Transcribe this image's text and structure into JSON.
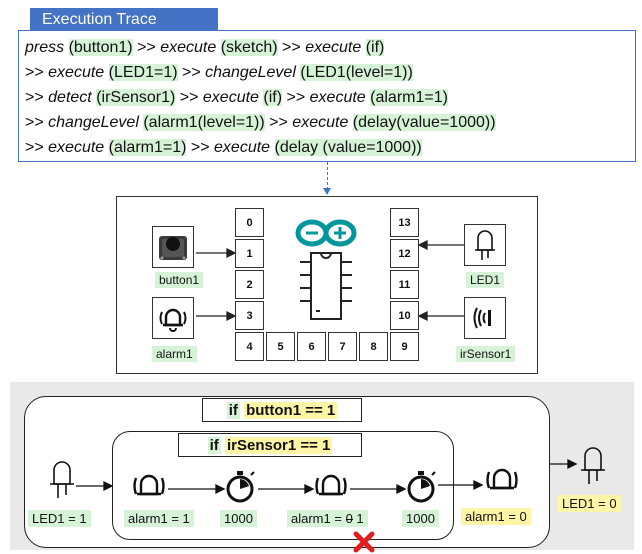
{
  "trace": {
    "title": "Execution Trace",
    "lines": [
      [
        [
          "v",
          "press"
        ],
        [
          "t",
          " "
        ],
        [
          "a",
          "(button1)"
        ],
        [
          "t",
          " >> "
        ],
        [
          "v",
          "execute"
        ],
        [
          "t",
          " "
        ],
        [
          "a",
          "(sketch)"
        ],
        [
          "t",
          " >> "
        ],
        [
          "v",
          "execute"
        ],
        [
          "t",
          " "
        ],
        [
          "a",
          "(if)"
        ]
      ],
      [
        [
          "t",
          ">> "
        ],
        [
          "v",
          "execute"
        ],
        [
          "t",
          " "
        ],
        [
          "a",
          "(LED1=1)"
        ],
        [
          "t",
          " >> "
        ],
        [
          "v",
          "changeLevel"
        ],
        [
          "t",
          " "
        ],
        [
          "a",
          "(LED1(level=1))"
        ]
      ],
      [
        [
          "t",
          ">> "
        ],
        [
          "v",
          "detect"
        ],
        [
          "t",
          " "
        ],
        [
          "a",
          "(irSensor1)"
        ],
        [
          "t",
          " >> "
        ],
        [
          "v",
          "execute"
        ],
        [
          "t",
          " "
        ],
        [
          "a",
          "(if)"
        ],
        [
          "t",
          " >> "
        ],
        [
          "v",
          "execute"
        ],
        [
          "t",
          " "
        ],
        [
          "a",
          "(alarm1=1)"
        ]
      ],
      [
        [
          "t",
          ">> "
        ],
        [
          "v",
          "changeLevel"
        ],
        [
          "t",
          " "
        ],
        [
          "a",
          "(alarm1(level=1))"
        ],
        [
          "t",
          " >> "
        ],
        [
          "v",
          "execute"
        ],
        [
          "t",
          " "
        ],
        [
          "a",
          "(delay(value=1000))"
        ]
      ],
      [
        [
          "t",
          ">> "
        ],
        [
          "v",
          "execute"
        ],
        [
          "t",
          " "
        ],
        [
          "a",
          "(alarm1=1)"
        ],
        [
          "t",
          " >> "
        ],
        [
          "v",
          "execute"
        ],
        [
          "t",
          " "
        ],
        [
          "a",
          "(delay (value=1000))"
        ]
      ]
    ]
  },
  "board": {
    "left_pins": [
      "0",
      "1",
      "2",
      "3"
    ],
    "bottom_pins": [
      "4",
      "5",
      "6",
      "7",
      "8",
      "9"
    ],
    "right_pins": [
      "13",
      "12",
      "11",
      "10"
    ],
    "components": {
      "button": "button1",
      "alarm": "alarm1",
      "led": "LED1",
      "ir_sensor": "irSensor1"
    }
  },
  "flow": {
    "outer_condition_kw": "if",
    "outer_condition_expr": "button1 == 1",
    "inner_condition_kw": "if",
    "inner_condition_expr": "irSensor1 == 1",
    "led_start": "LED1 = 1",
    "alarm_step1": "alarm1 = 1",
    "delay1": "1000",
    "alarm_step2_prefix": "alarm1 = ",
    "alarm_step2_struck": "0",
    "alarm_step2_value": "1",
    "delay2": "1000",
    "alarm_step3": "alarm1 = 0",
    "led_end": "LED1 = 0"
  },
  "colors": {
    "accent": "#4472c4",
    "green_highlight": "#d7f3d7",
    "yellow_highlight": "#fff5a6",
    "arduino_teal": "#00979c",
    "error_red": "#e02020"
  }
}
